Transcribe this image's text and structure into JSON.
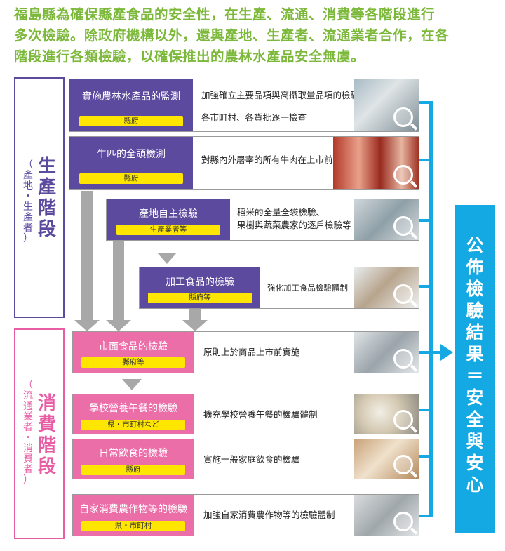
{
  "intro": [
    "福島縣為確保縣產食品的安全性，在生產、流通、消費等各階段進行",
    "多次檢驗。除政府機構以外，還與產地、生產者、流通業者合作，在各",
    "階段進行各類檢驗，以確保推出的農林水產品安全無虞。"
  ],
  "stages": {
    "production": {
      "main": [
        "生",
        "產",
        "階",
        "段"
      ],
      "sub": [
        "（",
        "產",
        "地",
        "・",
        "生",
        "產",
        "者",
        "）"
      ]
    },
    "consumption": {
      "main": [
        "消",
        "費",
        "階",
        "段"
      ],
      "sub": [
        "（",
        "流",
        "通",
        "業",
        "者",
        "・",
        "消",
        "費",
        "者",
        "）"
      ]
    }
  },
  "inspections": [
    {
      "title": "實施農林水產品的監測",
      "tag": "縣府",
      "lines": [
        "加強確立主要品項與高攝取量品項的檢驗體制",
        "各市町村、各貨批逐一檢查"
      ]
    },
    {
      "title": "牛匹的全頭檢測",
      "tag": "縣府",
      "lines": [
        "對縣內外屠宰的所有牛肉在上市前進行實施"
      ]
    },
    {
      "title": "產地自主檢驗",
      "tag": "生產業者等",
      "lines": [
        "稻米的全量全袋檢驗、",
        "果樹與蔬菜農家的逐戶檢驗等"
      ]
    },
    {
      "title": "加工食品的檢驗",
      "tag": "縣府等",
      "lines": [
        "強化加工食品檢驗體制"
      ]
    },
    {
      "title": "市面食品的檢驗",
      "tag": "縣府等",
      "lines": [
        "原則上於商品上市前實施"
      ]
    },
    {
      "title": "學校營養午餐的檢驗",
      "tag": "県・市町村など",
      "lines": [
        "擴充學校營養午餐的檢驗體制"
      ]
    },
    {
      "title": "日常飲食的檢驗",
      "tag": "縣府",
      "lines": [
        "實施一般家庭飲食的檢驗"
      ]
    },
    {
      "title": "自家消費農作物等的檢驗",
      "tag": "県・市町村",
      "lines": [
        "加強自家消費農作物等的檢驗體制"
      ]
    }
  ],
  "result": {
    "chars": [
      "公",
      "佈",
      "檢",
      "驗",
      "結",
      "果",
      "＝",
      "安",
      "全",
      "與",
      "安",
      "心"
    ]
  },
  "colors": {
    "production": "#5b4a9e",
    "consumption": "#e85ea5",
    "result": "#14a9e3",
    "tag": "#ffe600",
    "intro": "#7cb83a"
  }
}
